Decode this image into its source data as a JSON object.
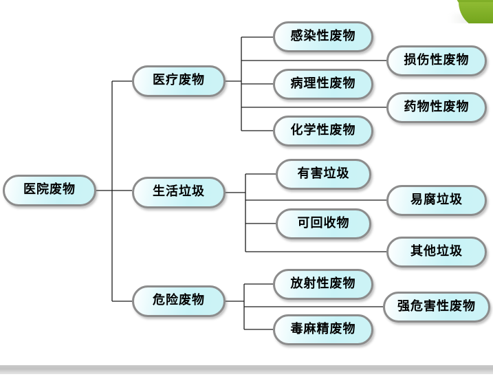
{
  "diagram": {
    "type": "tree",
    "title_text": "",
    "colors": {
      "node_fill_light": "#ffffff",
      "node_fill_cyan": "#c9f3f7",
      "node_border": "#8c8c8c",
      "connector": "#1a1a1a",
      "deco_green": "#7fae27",
      "bottom_band": "#c9c9c9"
    },
    "root": {
      "label": "医院废物"
    },
    "branches": [
      {
        "label": "医疗废物",
        "children": [
          {
            "label": "感染性废物"
          },
          {
            "label": "损伤性废物"
          },
          {
            "label": "病理性废物"
          },
          {
            "label": "药物性废物"
          },
          {
            "label": "化学性废物"
          }
        ]
      },
      {
        "label": "生活垃圾",
        "children": [
          {
            "label": "有害垃圾"
          },
          {
            "label": "易腐垃圾"
          },
          {
            "label": "可回收物"
          },
          {
            "label": "其他垃圾"
          }
        ]
      },
      {
        "label": "危险废物",
        "children": [
          {
            "label": "放射性废物"
          },
          {
            "label": "强危害性废物"
          },
          {
            "label": "毒麻精废物"
          }
        ]
      }
    ]
  }
}
